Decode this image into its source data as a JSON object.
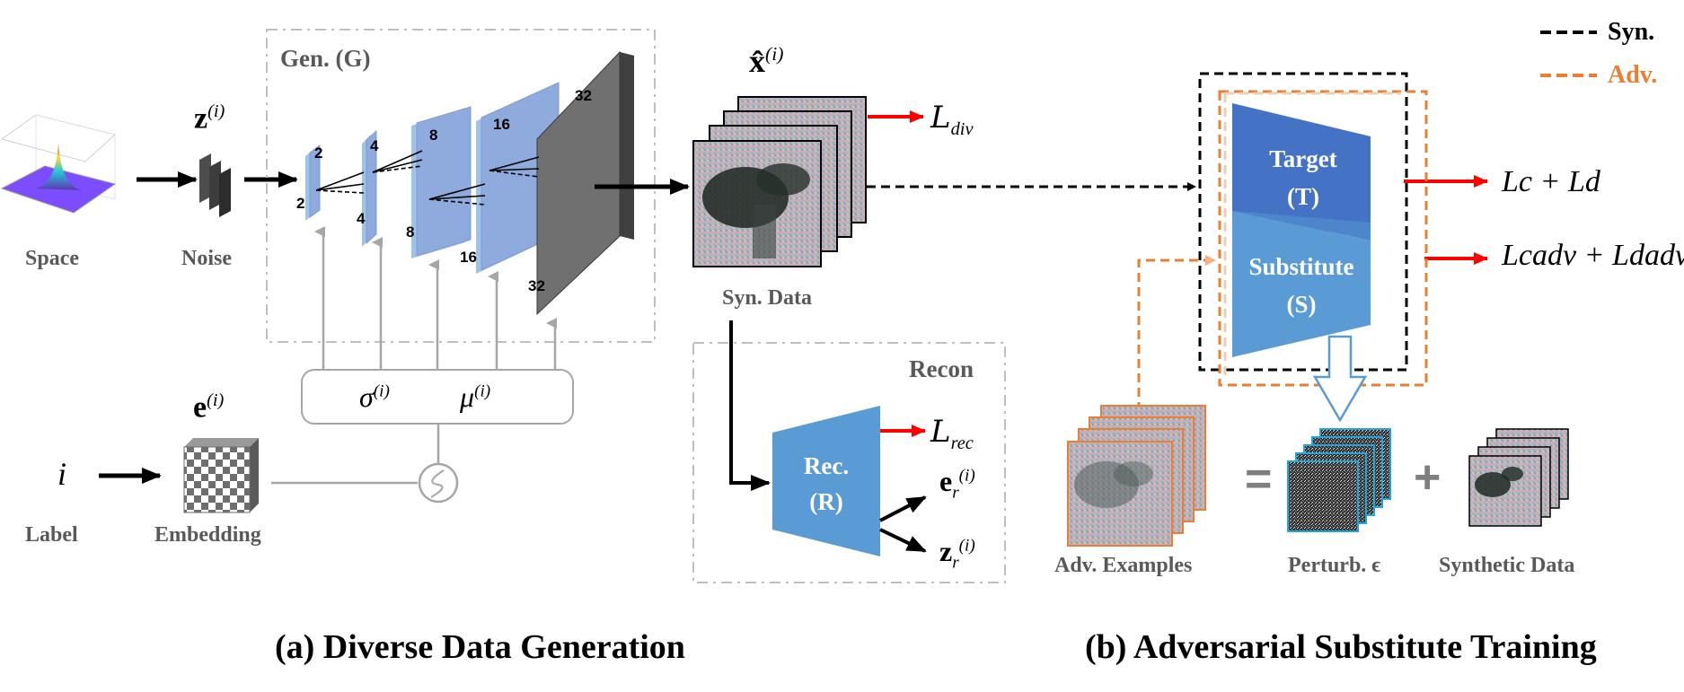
{
  "colors": {
    "syn_line": "#000000",
    "adv_line": "#ED7D31",
    "loss_arrow": "#FF0000",
    "layer_blue": "#8FAADC",
    "layer_edge": "#9DC3E6",
    "target_blue": "#4472C4",
    "substitute_blue": "#5B9BD5",
    "box_gray": "#BFBFBF"
  },
  "legend": {
    "syn": "Syn.",
    "adv": "Adv."
  },
  "left": {
    "space_label": "Space",
    "noise_label": "Noise",
    "noise_symbol": "z",
    "noise_sup": "(i)",
    "gen_title": "Gen. (G)",
    "layer_sizes": [
      "2",
      "2",
      "4",
      "4",
      "8",
      "8",
      "16",
      "16",
      "32",
      "32"
    ],
    "sigma": "σ",
    "mu": "μ",
    "param_sup": "(i)",
    "embed_symbol": "e",
    "embed_sup": "(i)",
    "index_symbol": "i",
    "label_label": "Label",
    "embedding_label": "Embedding",
    "xhat_symbol": "x̂",
    "xhat_sup": "(i)",
    "syn_data_label": "Syn. Data",
    "loss_div": "L",
    "loss_div_sub": "div",
    "recon_title": "Recon",
    "rec_line1": "Rec.",
    "rec_line2": "(R)",
    "loss_rec": "L",
    "loss_rec_sub": "rec",
    "er_symbol": "e",
    "er_sub": "r",
    "er_sup": "(i)",
    "zr_symbol": "z",
    "zr_sub": "r",
    "zr_sup": "(i)"
  },
  "right": {
    "target_line1": "Target",
    "target_line2": "(T)",
    "substitute_line1": "Substitute",
    "substitute_line2": "(S)",
    "loss_cd": "Lc + Ld",
    "loss_adv": "Lcadv + Ldadv",
    "equals": "=",
    "plus": "+",
    "adv_examples_label": "Adv. Examples",
    "perturb_label": "Perturb. ϵ",
    "synthetic_label": "Synthetic Data"
  },
  "captions": {
    "a": "(a) Diverse Data Generation",
    "b": "(b) Adversarial Substitute Training"
  }
}
